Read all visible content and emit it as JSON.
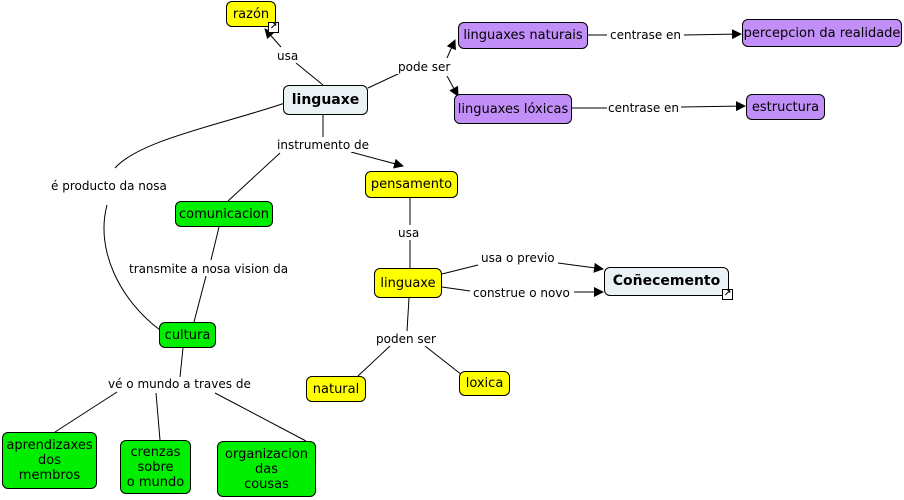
{
  "nodes": {
    "razon": "razón",
    "linguaxe_top": "linguaxe",
    "linguaxes_naturais": "linguaxes naturais",
    "percepcion": "percepcion da realidade",
    "linguaxes_loxicas": "linguaxes lóxicas",
    "estructura": "estructura",
    "pensamento": "pensamento",
    "comunicacion": "comunicacion",
    "linguaxe_mid": "linguaxe",
    "conecemento": "Coñecemento",
    "cultura": "cultura",
    "natural": "natural",
    "loxica": "loxica",
    "aprendizaxes": "aprendizaxes\ndos\nmembros",
    "crenzas": "crenzas\nsobre\no mundo",
    "organizacion": "organizacion\ndas\ncousas"
  },
  "links": {
    "usa_top": "usa",
    "pode_ser": "pode ser",
    "centrase_en_1": "centrase en",
    "centrase_en_2": "centrase en",
    "instrumento_de": "instrumento de",
    "e_producto": "é producto da nosa",
    "usa_mid": "usa",
    "usa_o_previo": "usa o previo",
    "construe_o_novo": "construe o novo",
    "transmite": "transmite a nosa vision da",
    "poden_ser": "poden ser",
    "ve_o_mundo": "vé o mundo a traves de"
  },
  "icons": {
    "shortcut_razon": "external-link-icon",
    "shortcut_conecemento": "external-link-icon"
  },
  "colors": {
    "yellow": "#ffff00",
    "green": "#00ee00",
    "purple": "#c28ef7",
    "pale": "#eaf2f5"
  }
}
